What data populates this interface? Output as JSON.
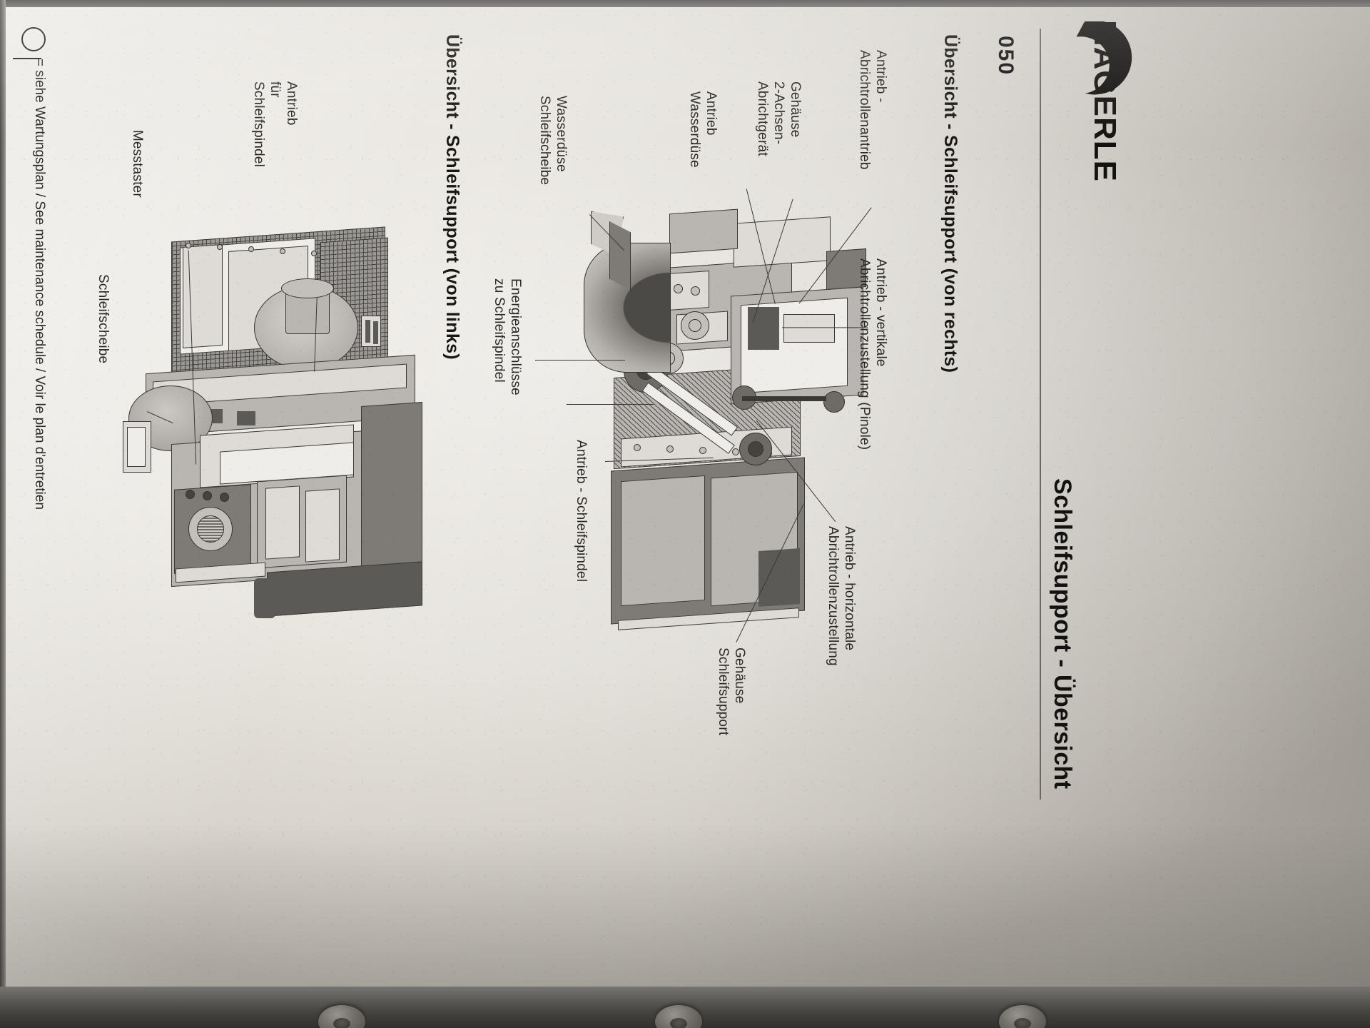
{
  "document": {
    "brand": "MÄGERLE",
    "page_number": "050",
    "title": "Schleifsupport - Übersicht",
    "footnote": "= siehe Wartungsplan / See maintenance schedule / Voir le plan d'entretien",
    "footnote_symbol": "maintenance-circle-symbol"
  },
  "sections": [
    {
      "id": "right-view",
      "heading": "Übersicht - Schleifsupport (von rechts)",
      "labels": [
        {
          "id": "antrieb-abrichtrollenantrieb",
          "text": "Antrieb -\nAbrichtrollenantrieb"
        },
        {
          "id": "antrieb-vertikale-pinole",
          "text": "Antrieb - vertikale\nAbrichtrollenzustellung (Pinole)"
        },
        {
          "id": "antrieb-horizontale",
          "text": "Antrieb - horizontale\nAbrichtrollenzustellung"
        },
        {
          "id": "gehaeuse-2-achsen-abrichtgeraet",
          "text": "Gehäuse\n2-Achsen-\nAbrichtgerät"
        },
        {
          "id": "antrieb-wasserduese",
          "text": "Antrieb\nWasserdüse"
        },
        {
          "id": "gehaeuse-schleifsupport",
          "text": "Gehäuse\nSchleifsupport"
        }
      ]
    },
    {
      "id": "left-view",
      "heading": "Übersicht - Schleifsupport (von links)",
      "labels": [
        {
          "id": "wasserduese-schleifscheibe",
          "text": "Wasserdüse\nSchleifscheibe"
        },
        {
          "id": "energieanschluesse-zu-schleifspindel",
          "text": "Energieanschlüsse\nzu Schleifspindel"
        },
        {
          "id": "antrieb-schleifspindel",
          "text": "Antrieb - Schleifspindel"
        },
        {
          "id": "antrieb-fuer-schleifspindel",
          "text": "Antrieb\nfür\nSchleifspindel"
        },
        {
          "id": "messtaster",
          "text": "Messtaster"
        },
        {
          "id": "schleifscheibe",
          "text": "Schleifscheibe"
        }
      ]
    }
  ],
  "colors": {
    "paper": "#e9e6e0",
    "ink": "#23211f",
    "desk": "#5d5b58",
    "drawing_line": "#3b3937"
  }
}
